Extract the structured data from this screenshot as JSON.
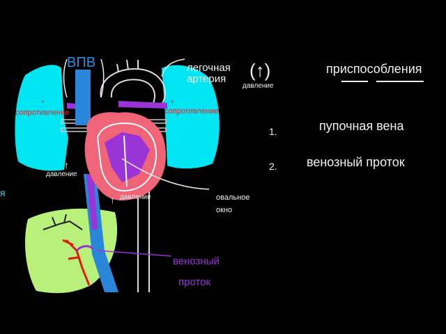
{
  "diagram": {
    "labels": {
      "svc": "ВПВ",
      "pulmonary_artery": "легочная\nартерия",
      "pressure_up_symbol": "(↑)",
      "pressure": "давление",
      "resistance_left": "сопротивление",
      "resistance_right": "сопротивление",
      "pressure_left": "давление",
      "pressure_center": "давление",
      "foramen_ovale": "овальное\nокно",
      "ductus_venosus_line1": "венозный",
      "ductus_venosus_line2": "проток",
      "edge_fragment": "я"
    }
  },
  "notes": {
    "heading": "приспособления",
    "items": [
      {
        "number": "1.",
        "text": "пупочная вена"
      },
      {
        "number": "2.",
        "text": "венозный проток"
      }
    ]
  },
  "colors": {
    "lungs": "#00e5f2",
    "heart": "#f06478",
    "vessel_blue": "#2a86d8",
    "vessel_purple": "#9a34d6",
    "liver": "#b8f07a",
    "text_red": "#e8202a",
    "text_purple": "#9b30d8"
  }
}
